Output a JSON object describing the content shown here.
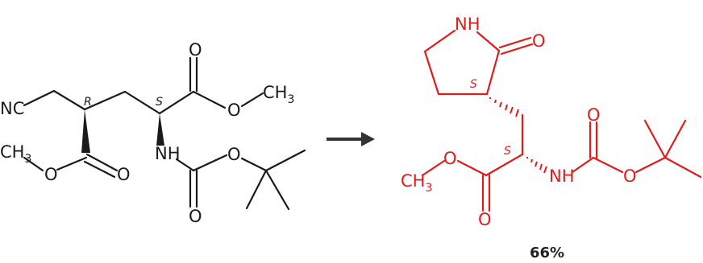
{
  "colors": {
    "reactant": "#1a1a1a",
    "product": "#e01b1b",
    "arrow": "#333333"
  },
  "reactant": {
    "labels": {
      "nc": "NC",
      "o_ester_top": "O",
      "o_ester_top_single": "O",
      "ch3_top": "CH",
      "ch3_top_sub": "3",
      "ch3_left": "CH",
      "ch3_left_sub": "3",
      "o_ester_left_single": "O",
      "o_ester_left_double": "O",
      "nh": "NH",
      "o_carbamate_single": "O",
      "o_carbamate_double": "O",
      "stereo_r": "R",
      "stereo_s": "S"
    }
  },
  "product": {
    "labels": {
      "nh_ring": "NH",
      "o_lactam": "O",
      "stereo_ring": "S",
      "stereo_alpha": "S",
      "o_ester_single": "O",
      "ch3": "CH",
      "ch3_sub": "3",
      "o_ester_double": "O",
      "nh": "NH",
      "o_carbamate_double": "O",
      "o_carbamate_single": "O"
    }
  },
  "yield": "66%"
}
